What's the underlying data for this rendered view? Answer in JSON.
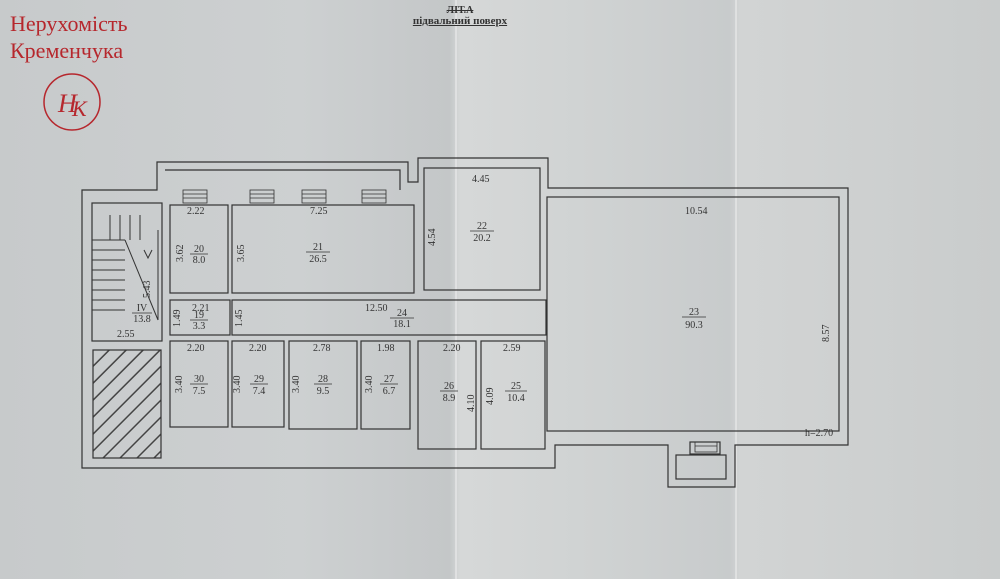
{
  "watermark": {
    "line1": "Нерухомість",
    "line2": "Кременчука",
    "logo_text": "НК"
  },
  "title": {
    "sheet": "ЛІТ.А",
    "floor": "підвальний поверх"
  },
  "rooms": [
    {
      "no": "20",
      "area": "8.0"
    },
    {
      "no": "21",
      "area": "26.5"
    },
    {
      "no": "22",
      "area": "20.2"
    },
    {
      "no": "23",
      "area": "90.3"
    },
    {
      "no": "24",
      "area": "18.1"
    },
    {
      "no": "19",
      "area": "3.3"
    },
    {
      "no": "IV",
      "area": "13.8"
    },
    {
      "no": "30",
      "area": "7.5"
    },
    {
      "no": "29",
      "area": "7.4"
    },
    {
      "no": "28",
      "area": "9.5"
    },
    {
      "no": "27",
      "area": "6.7"
    },
    {
      "no": "26",
      "area": "8.9"
    },
    {
      "no": "25",
      "area": "10.4"
    }
  ],
  "dimensions": {
    "d_2_22": "2.22",
    "d_7_25": "7.25",
    "d_4_45": "4.45",
    "d_10_54": "10.54",
    "d_3_62": "3.62",
    "d_3_65": "3.65",
    "d_4_54": "4.54",
    "d_8_57": "8.57",
    "d_12_50": "12.50",
    "d_2_21": "2.21",
    "d_1_49": "1.49",
    "d_1_45": "1.45",
    "d_5_43": "5.43",
    "d_2_55": "2.55",
    "d_2_20a": "2.20",
    "d_2_20b": "2.20",
    "d_2_78": "2.78",
    "d_1_98": "1.98",
    "d_2_20c": "2.20",
    "d_2_59": "2.59",
    "d_3_40a": "3.40",
    "d_3_40b": "3.40",
    "d_3_40c": "3.40",
    "d_3_40d": "3.40",
    "d_4_10": "4.10",
    "d_4_09": "4.09",
    "height": "h=2.70"
  }
}
